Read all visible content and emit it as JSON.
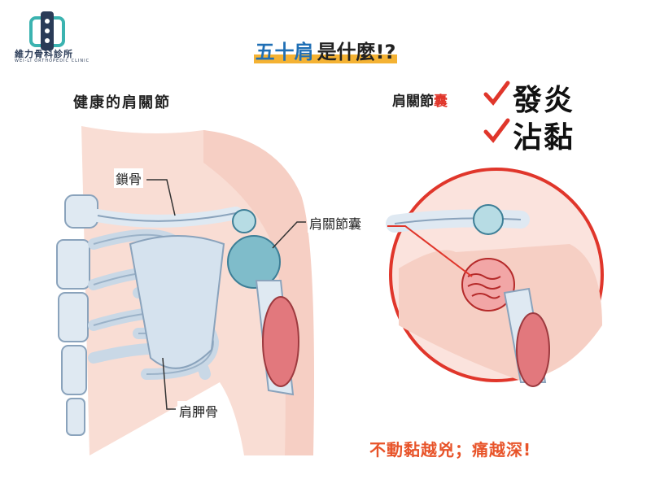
{
  "logo": {
    "name": "維力骨科診所",
    "sub": "WEI-LI ORTHOPEDIC CLINIC"
  },
  "title": {
    "highlight": "五十肩",
    "rest": "是什麼!?"
  },
  "left_heading": "健康的肩關節",
  "labels": {
    "clavicle": "鎖骨",
    "capsule": "肩關節囊",
    "scapula": "肩胛骨"
  },
  "right_heading": {
    "prefix": "肩關節",
    "red": "囊"
  },
  "symptoms": [
    "發炎",
    "沾黏"
  ],
  "bottom_text": "不動黏越兇；痛越深!",
  "colors": {
    "title_blue": "#1f6fb5",
    "accent_orange": "#e8542a",
    "check_red": "#e0362b",
    "highlight_yellow": "#f4b233"
  }
}
